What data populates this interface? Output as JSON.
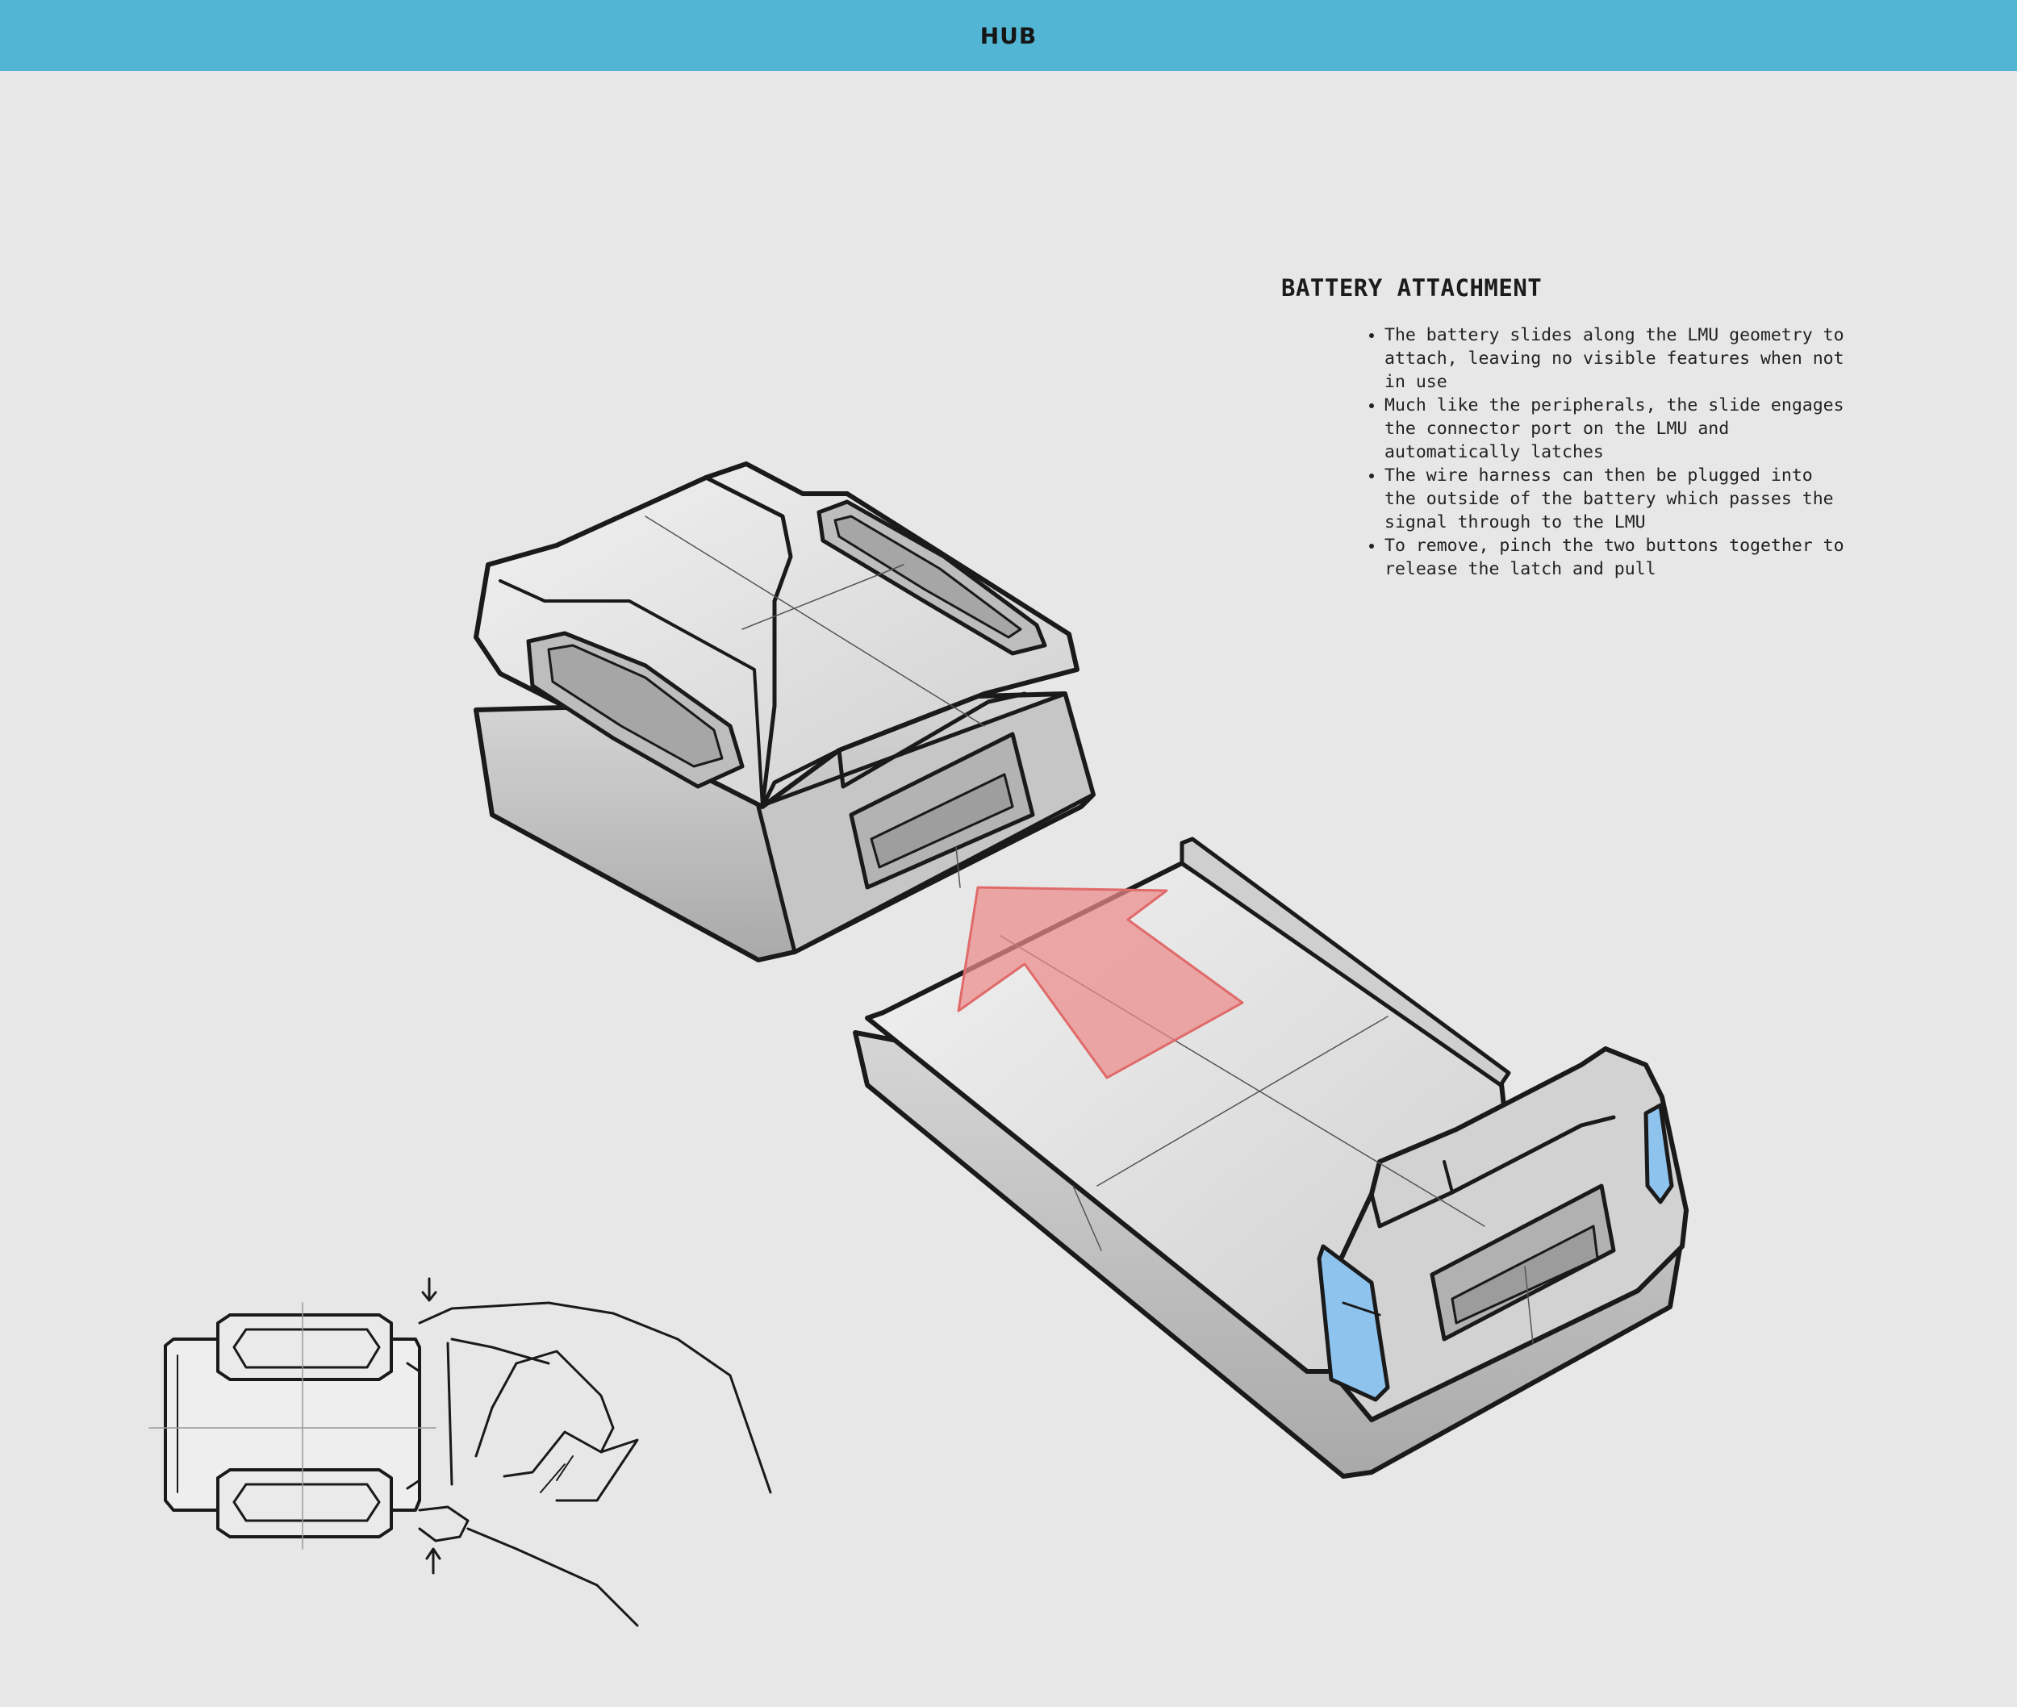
{
  "header": {
    "title": "HUB",
    "background": "#53b5d4"
  },
  "panel": {
    "title": "BATTERY ATTACHMENT",
    "bullets": [
      "The battery slides along the LMU geometry to attach, leaving no visible features when not in use",
      "Much like the peripherals, the slide engages the connector port on the LMU and automatically latches",
      "The wire harness can then be plugged into the outside of the battery which passes the signal through to the LMU",
      "To remove, pinch the two buttons together to release the latch and pull"
    ]
  },
  "illustration": {
    "arrow_color": "#ec8b8b",
    "button_color": "#8ec3ee",
    "body_color": "#dcdcdc",
    "icons": [
      "lmu-module",
      "battery-pack",
      "slide-direction-arrow",
      "latch-button",
      "hand-pinch"
    ]
  }
}
